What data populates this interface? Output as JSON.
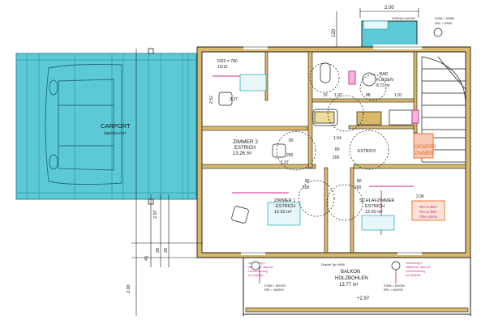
{
  "colors": {
    "wall": "#d9b86a",
    "wall_edge": "#1b1b1b",
    "carport_fill": "#5cc9d6",
    "carport_line": "#2b8a96",
    "pink": "#d2248f",
    "cyan_dim": "#1aa5b5",
    "orange": "#ef6a2a",
    "background": "#ffffff"
  },
  "dimensions": {
    "top_width": "2.00",
    "top_120": "120",
    "left_297": "2.97",
    "left_200": "2.00",
    "left_45": "45",
    "left_20": "20",
    "left_25": "25",
    "vent_top": "VERDACH 60/300",
    "stam_top": "STAM = 100/60",
    "stam_top2": "DRL = 1250/1"
  },
  "carport": {
    "label": "CARPORT",
    "sublabel": "ÜBERDACHT"
  },
  "rooms": {
    "wc": {
      "line1": "DDS = 780",
      "line2": "15/15",
      "area": "3.27"
    },
    "bad": {
      "line1": "BAD",
      "line2": "FLIESEN",
      "area": "8.73 m²"
    },
    "zimmer2": {
      "line1": "ZIMMER 2",
      "line2": "ESTRICH",
      "area": "13.26 m²"
    },
    "zimmer1": {
      "line1": "ZIMMER 1",
      "line2": "ESTRICH",
      "area": "12.92 m²"
    },
    "schlafzimmer": {
      "line1": "SCHLAFZIMMER",
      "line2": "ESTRICH",
      "area": "12.92 m²"
    },
    "balkon": {
      "line1": "BALKON",
      "line2": "HOLZBOHLEN",
      "area": "13.77 m²",
      "level": "+2.97"
    },
    "estrich": {
      "label": "ESTRICH"
    },
    "gewerb": {
      "line1": "GEWERB",
      "line2": "ZIMMER"
    },
    "dims": {
      "d197": "1.97",
      "d10": "10",
      "d101": "1.01",
      "d88": "88",
      "d164": "1.64",
      "d296": "2.96",
      "d80a": "80",
      "d200a": "200",
      "d80b": "80",
      "d200b": "200",
      "d80c": "80",
      "d200c": "200",
      "d80d": "80",
      "d200d": "200",
      "d137": "1.37",
      "d252": "2.52"
    },
    "fba_lines": [
      "RH=3.08m",
      "RH=2.38m",
      "FBA=10cm"
    ],
    "stam_bottom_left": [
      "STAM = 160/200",
      "DRL = 160/200"
    ],
    "stam_bottom_right": [
      "STAM = 160/200",
      "DRL = 160/200"
    ],
    "note_left": [
      "Verbindung 1",
      "elektrische Jalousie",
      "Leerverrohrung",
      "zur Verteiler"
    ],
    "note_right": [
      "Verbindung 1",
      "elektrische Jalousie",
      "Leerverrohrung",
      "zur Verteiler"
    ],
    "door_note": "Dusche Typ: 90/90"
  }
}
